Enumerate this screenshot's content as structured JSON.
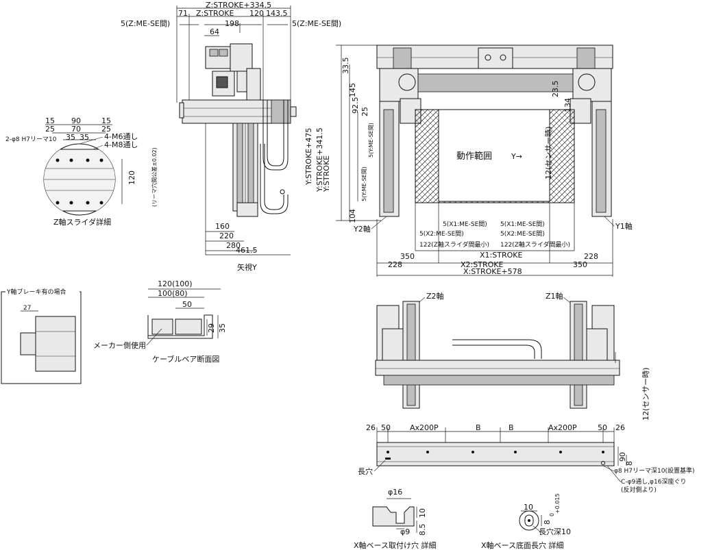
{
  "top_view": {
    "overall": "Z:STROKE+334.5",
    "d71": "71",
    "z_stroke": "Z:STROKE",
    "d120": "120",
    "d143_5": "143.5",
    "me_se_left": "5(Z:ME-SE間)",
    "me_se_right": "5(Z:ME-SE間)",
    "d198": "198",
    "d64": "64",
    "d160": "160",
    "d220": "220",
    "d280": "280",
    "d461_5": "461.5",
    "view_label": "矢視Y"
  },
  "z_slider_detail": {
    "d15a": "15",
    "d90": "90",
    "d15b": "15",
    "d25a": "25",
    "d70": "70",
    "d25b": "25",
    "d35a": "35",
    "d35b": "35",
    "reamer": "2-φ8 H7リーマ10",
    "m6": "4-M6通し",
    "m8": "4-M8通し",
    "d120": "120",
    "tolerance": "(リーマ穴間公差±0.02)",
    "caption": "Z軸スライダ詳細"
  },
  "front_view": {
    "ys475": "Y:STROKE+475",
    "ys341": "Y:STROKE+341.5",
    "ys": "Y:STROKE",
    "y_mese_a": "5(Y:ME-SE間)",
    "y_mese_b": "5(Y:ME-SE間)",
    "d33_5": "33.5",
    "d145": "145",
    "d92_5": "92.5",
    "d25": "25",
    "d104": "104",
    "d23_5": "23.5",
    "d134": "134",
    "range": "動作範囲",
    "y_arrow": "Y→",
    "sensor": "12(センサー時)",
    "y1": "Y1軸",
    "y2": "Y2軸",
    "x1_mese_l": "5(X1:ME-SE間)",
    "x1_mese_r": "5(X1:ME-SE間)",
    "x2_mese_l": "5(X2:ME-SE間)",
    "x2_mese_r": "5(X2:ME-SE間)",
    "z_min_l": "122(Z軸スライダ間最小)",
    "z_min_r": "122(Z軸スライダ間最小)",
    "d350a": "350",
    "x1_stroke": "X1:STROKE",
    "d228a": "228",
    "x2_stroke": "X2:STROKE",
    "d350b": "350",
    "d228b": "228",
    "x_total": "X:STROKE+578"
  },
  "y_brake": {
    "title": "Y軸ブレーキ有の場合",
    "d27": "27"
  },
  "cable_bear": {
    "d120": "120(100)",
    "d100": "100(80)",
    "d50": "50",
    "d29": "29",
    "d35": "35",
    "maker": "メーカー側使用",
    "caption": "ケーブルベア断面図"
  },
  "side_view": {
    "z2": "Z2軸",
    "z1": "Z1軸",
    "sensor": "12(センサー時)"
  },
  "base_detail": {
    "d26a": "26",
    "d50a": "50",
    "ax200a": "Ax200P",
    "ba": "B",
    "bb": "B",
    "ax200b": "Ax200P",
    "d50b": "50",
    "d26b": "26",
    "d90": "90",
    "d8": "8",
    "slot": "長穴",
    "reamer": "φ8 H7リーマ深10(設置基準)",
    "through": "C-φ9通し,φ16深座ぐり",
    "opposite": "(反対側より)"
  },
  "mount_hole": {
    "phi16": "φ16",
    "d10": "10",
    "phi9": "φ9",
    "d8_5": "8.5",
    "caption": "X軸ベース取付け穴 詳細"
  },
  "slot_detail": {
    "d10": "10",
    "d8": "8",
    "tol": "+0.015",
    "tol0": "0",
    "depth": "長穴深10",
    "caption": "X軸ベース底面長穴 詳細"
  }
}
